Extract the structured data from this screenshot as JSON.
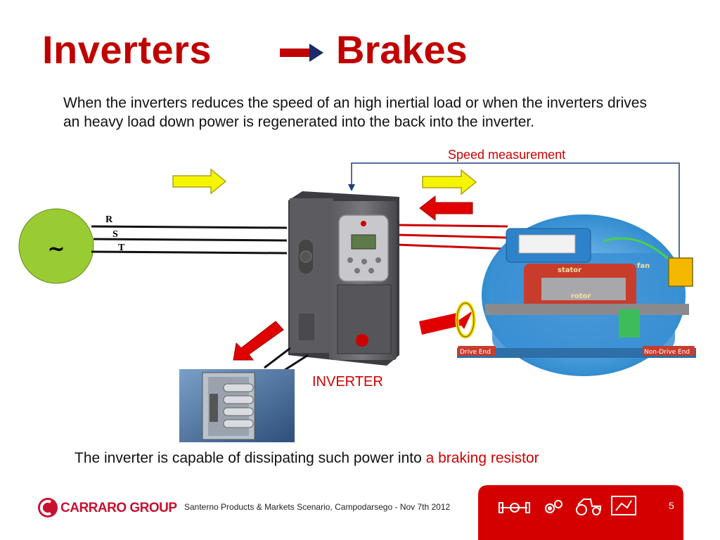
{
  "slide": {
    "title_left": "Inverters",
    "title_right": "Brakes",
    "intro": "When the inverters reduces the speed of an high inertial load or when the inverters drives an heavy load down power is regenerated into the back into the inverter.",
    "speed_label": "Speed measurement",
    "inverter_label": "INVERTER",
    "source_symbol": "~",
    "phases": [
      "R",
      "S",
      "T"
    ],
    "bottom_text_plain": "The inverter is capable of dissipating such power into ",
    "bottom_text_highlight": "a braking resistor",
    "motor_labels": {
      "stator": "stator",
      "rotor": "rotor",
      "fan": "fan",
      "drive_end": "Drive End",
      "non_drive_end": "Non-Drive End"
    }
  },
  "footer": {
    "logo_text": "CARRARO GROUP",
    "caption": "Santerno Products & Markets Scenario, Campodarsego - Nov 7th 2012",
    "page_number": "5",
    "icons": [
      "axle-icon",
      "gears-icon",
      "tractor-icon",
      "drive-system-icon"
    ]
  },
  "colors": {
    "title": "#c00000",
    "accent_red": "#d00000",
    "arrow_yellow": "#f5f500",
    "source_green": "#99cc33",
    "footer_panel": "#d40000"
  }
}
